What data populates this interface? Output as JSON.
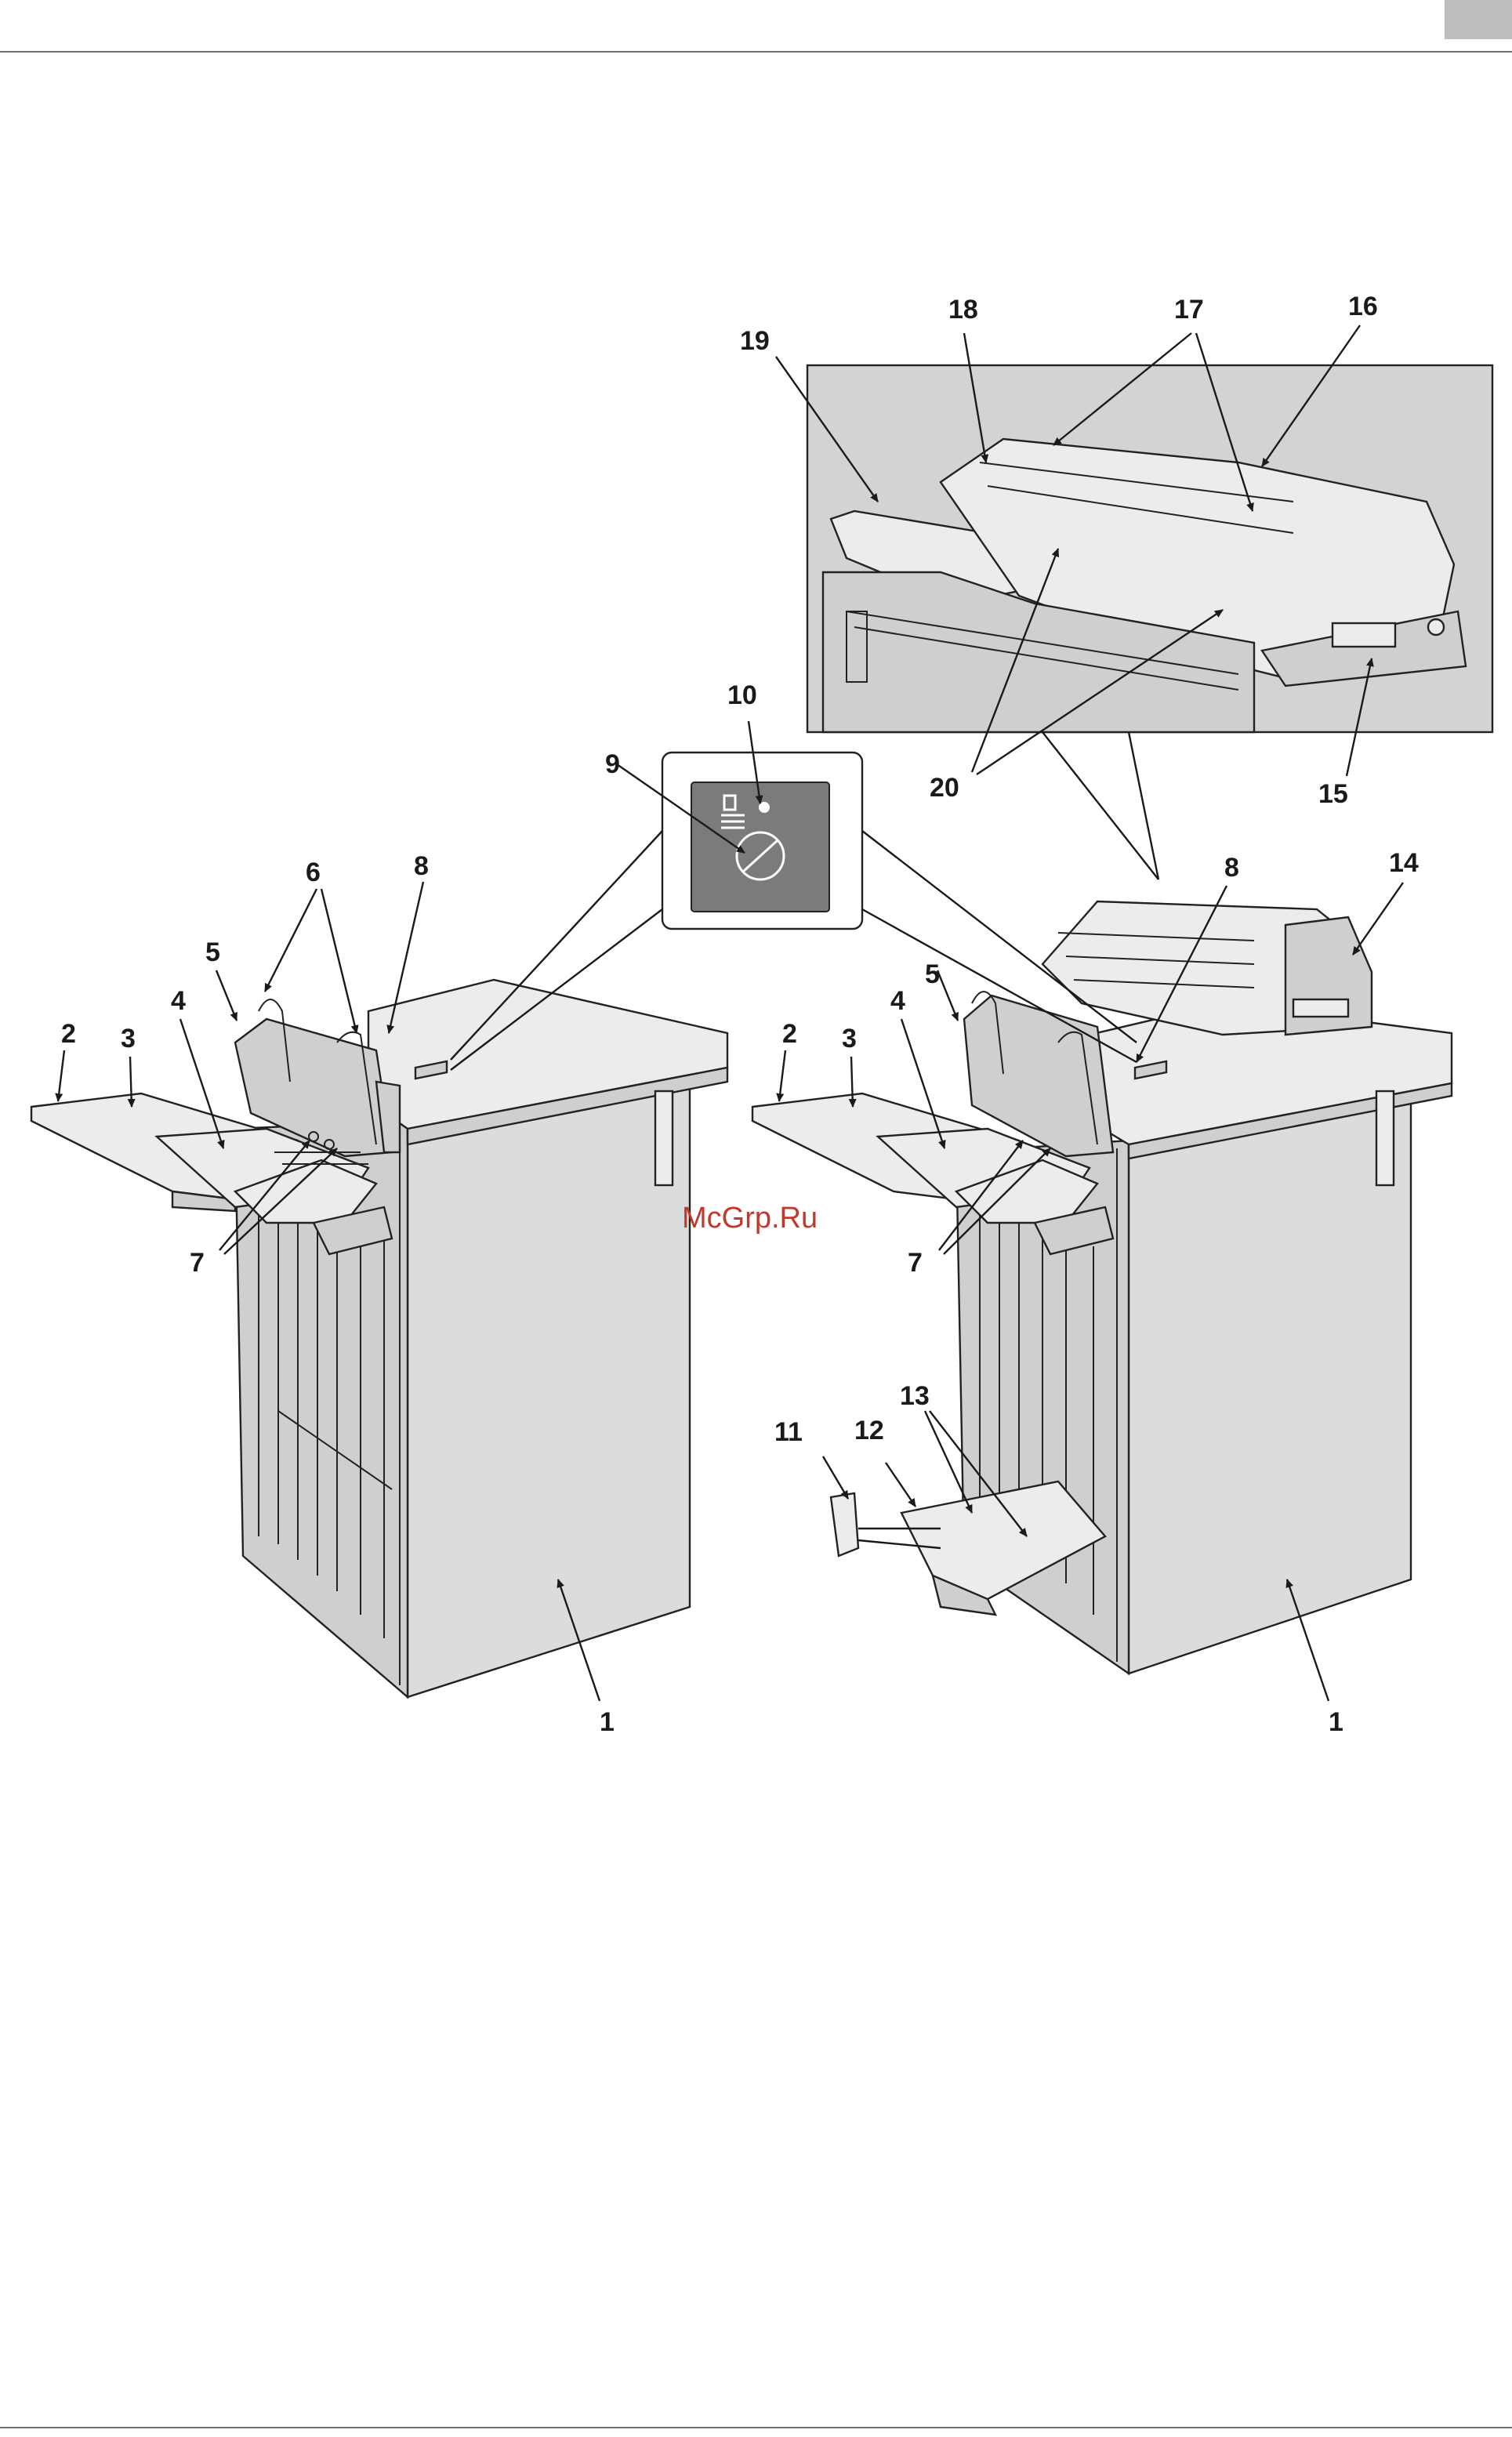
{
  "watermark": "McGrp.Ru",
  "callouts": {
    "n1a": "1",
    "n1b": "1",
    "n2a": "2",
    "n2b": "2",
    "n3a": "3",
    "n3b": "3",
    "n4a": "4",
    "n4b": "4",
    "n5a": "5",
    "n5b": "5",
    "n6": "6",
    "n7a": "7",
    "n7b": "7",
    "n8a": "8",
    "n8b": "8",
    "n9": "9",
    "n10": "10",
    "n11": "11",
    "n12": "12",
    "n13": "13",
    "n14": "14",
    "n15": "15",
    "n16": "16",
    "n17": "17",
    "n18": "18",
    "n19": "19",
    "n20": "20"
  },
  "colors": {
    "rule": "#6f6f6f",
    "panel": "#7b7b7b",
    "inset_bg": "#d3d3d3",
    "watermark": "#c0392b"
  }
}
